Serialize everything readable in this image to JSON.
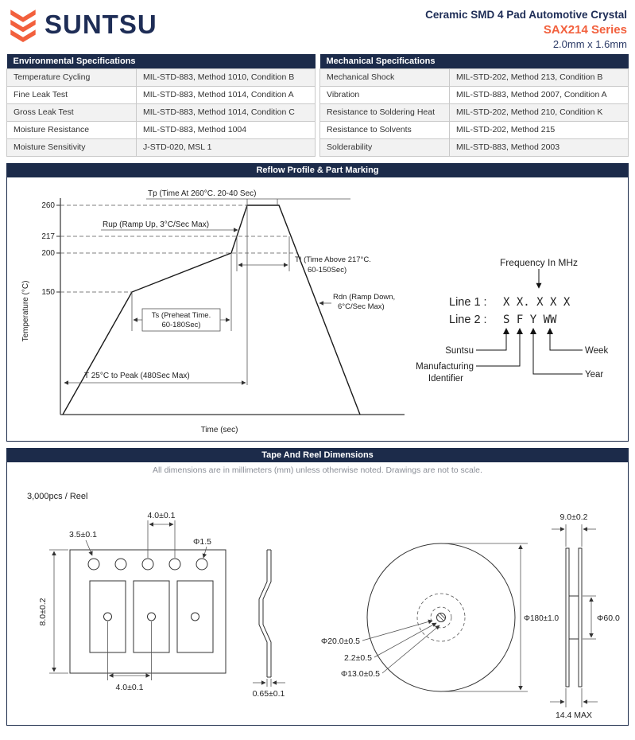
{
  "colors": {
    "navy": "#1c2b4a",
    "orange": "#f2603d",
    "row_alt": "#f2f2f2"
  },
  "header": {
    "logo_text": "SUNTSU",
    "product_title": "Ceramic SMD 4 Pad Automotive Crystal",
    "series": "SAX214 Series",
    "package_size": "2.0mm x 1.6mm"
  },
  "environmental": {
    "title": "Environmental Specifications",
    "rows": [
      {
        "label": "Temperature Cycling",
        "value": "MIL-STD-883, Method 1010, Condition B"
      },
      {
        "label": "Fine Leak Test",
        "value": "MIL-STD-883, Method 1014, Condition A"
      },
      {
        "label": "Gross Leak Test",
        "value": "MIL-STD-883, Method 1014, Condition C"
      },
      {
        "label": "Moisture Resistance",
        "value": "MIL-STD-883, Method 1004"
      },
      {
        "label": "Moisture Sensitivity",
        "value": "J-STD-020, MSL 1"
      }
    ]
  },
  "mechanical": {
    "title": "Mechanical Specifications",
    "rows": [
      {
        "label": "Mechanical Shock",
        "value": "MIL-STD-202, Method 213, Condition B"
      },
      {
        "label": "Vibration",
        "value": "MIL-STD-883, Method 2007, Condition A"
      },
      {
        "label": "Resistance to Soldering Heat",
        "value": "MIL-STD-202, Method 210, Condition K"
      },
      {
        "label": "Resistance to Solvents",
        "value": "MIL-STD-202, Method 215"
      },
      {
        "label": "Solderability",
        "value": "MIL-STD-883, Method 2003"
      }
    ]
  },
  "reflow": {
    "section_title": "Reflow Profile & Part Marking",
    "y_axis_label": "Temperature (°C)",
    "x_axis_label": "Time (sec)",
    "ticks": {
      "t260": "260",
      "t217": "217",
      "t200": "200",
      "t150": "150"
    },
    "ann": {
      "tp": "Tp (Time At 260°C. 20-40 Sec)",
      "rup": "Rup (Ramp Up, 3°C/Sec Max)",
      "ti1": "TI (Time Above 217°C.",
      "ti2": "60-150Sec)",
      "ts1": "Ts (Preheat Time.",
      "ts2": "60-180Sec)",
      "rdn1": "Rdn (Ramp Down,",
      "rdn2": "6°C/Sec Max)",
      "t25": "T 25°C to Peak (480Sec Max)"
    }
  },
  "marking": {
    "freq_label": "Frequency In MHz",
    "line1_label": "Line 1 :",
    "line1_value": "X X. X X X",
    "line2_label": "Line 2 :",
    "line2_value": "S F Y WW",
    "maker1": "Suntsu",
    "maker2": "Manufacturing",
    "maker3": "Identifier",
    "week": "Week",
    "year": "Year"
  },
  "tape_reel": {
    "section_title": "Tape And Reel Dimensions",
    "note": "All dimensions are in millimeters (mm) unless otherwise noted. Drawings are not to scale.",
    "qty": "3,000pcs / Reel",
    "dims": {
      "hole_edge": "3.5±0.1",
      "hole_pitch": "4.0±0.1",
      "hole_dia": "Φ1.5",
      "tape_width": "8.0±0.2",
      "pocket_pitch": "4.0±0.1",
      "tape_thickness": "0.65±0.1",
      "reel_width": "9.0±0.2",
      "reel_dia": "Φ180±1.0",
      "hub_dia": "Φ60.0",
      "hub_hole": "Φ20.0±0.5",
      "key_slot": "2.2±0.5",
      "arbor_hole": "Φ13.0±0.5",
      "reel_max_width": "14.4 MAX"
    }
  }
}
